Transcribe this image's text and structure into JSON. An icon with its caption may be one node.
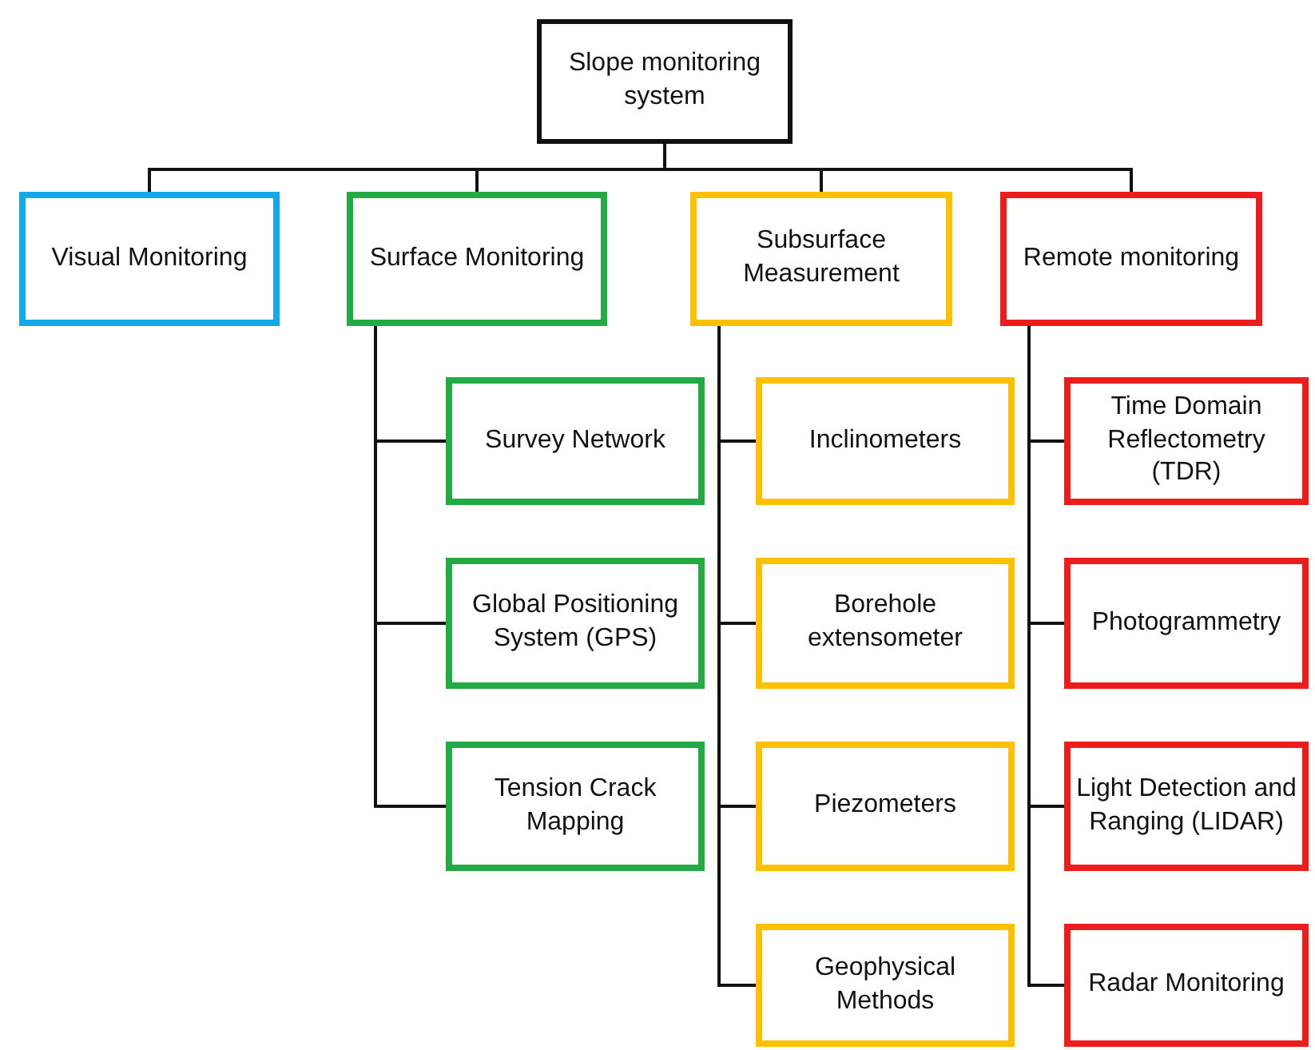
{
  "diagram": {
    "nodes": [
      {
        "text": [
          "Slope monitoring system"
        ]
      },
      {
        "text": [
          "Visual Monitoring"
        ]
      },
      {
        "text": [
          "Surface Monitoring"
        ]
      },
      {
        "text": [
          "Subsurface Measurement"
        ]
      },
      {
        "text": [
          "Remote monitoring"
        ]
      },
      {
        "text": [
          "Survey Network"
        ]
      },
      {
        "text": [
          "Global Positioning System (GPS)"
        ]
      },
      {
        "text": [
          "Tension Crack Mapping"
        ]
      },
      {
        "text": [
          "Inclinometers"
        ]
      },
      {
        "text": [
          "Borehole extensometer"
        ]
      },
      {
        "text": [
          "Piezometers"
        ]
      },
      {
        "text": [
          "Geophysical Methods"
        ]
      },
      {
        "text": [
          "Time Domain Reflectometry (TDR)"
        ]
      },
      {
        "text": [
          "Photogrammetry"
        ]
      },
      {
        "text": [
          "Light Detection and Ranging (LIDAR)"
        ]
      },
      {
        "text": [
          "Radar Monitoring"
        ]
      }
    ],
    "edges": [
      {
        "from": 0,
        "to": 1,
        "arrow": "none"
      },
      {
        "from": 0,
        "to": 2,
        "arrow": "none"
      },
      {
        "from": 0,
        "to": 3,
        "arrow": "none"
      },
      {
        "from": 0,
        "to": 4,
        "arrow": "none"
      },
      {
        "from": 2,
        "to": 5,
        "arrow": "none"
      },
      {
        "from": 2,
        "to": 6,
        "arrow": "none"
      },
      {
        "from": 2,
        "to": 7,
        "arrow": "none"
      },
      {
        "from": 3,
        "to": 8,
        "arrow": "none"
      },
      {
        "from": 3,
        "to": 9,
        "arrow": "none"
      },
      {
        "from": 3,
        "to": 10,
        "arrow": "none"
      },
      {
        "from": 3,
        "to": 11,
        "arrow": "none"
      },
      {
        "from": 4,
        "to": 12,
        "arrow": "none"
      },
      {
        "from": 4,
        "to": 13,
        "arrow": "none"
      },
      {
        "from": 4,
        "to": 14,
        "arrow": "none"
      },
      {
        "from": 4,
        "to": 15,
        "arrow": "none"
      }
    ]
  }
}
